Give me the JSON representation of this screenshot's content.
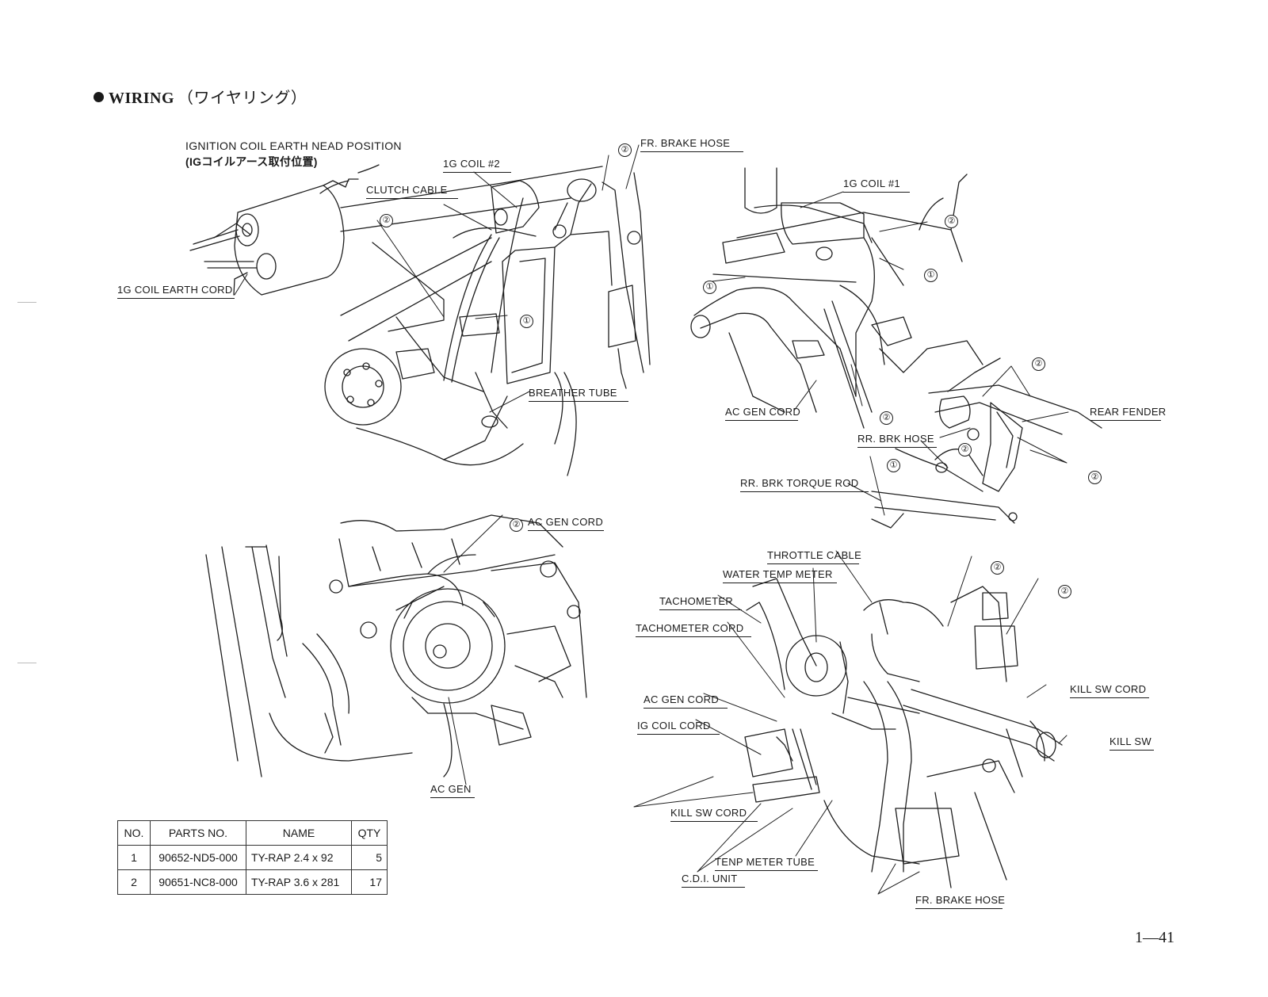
{
  "header": {
    "title": "WIRING",
    "title_ja": "（ワイヤリング）"
  },
  "labels": {
    "ig_earth_position": "IGNITION COIL EARTH NEAD POSITION",
    "ig_earth_position_ja": "(IGコイルアース取付位置)",
    "ig_coil_earth_cord": "1G COIL EARTH CORD",
    "clutch_cable": "CLUTCH CABLE",
    "ig_coil_2": "1G COIL #2",
    "fr_brake_hose_top": "FR. BRAKE HOSE",
    "breather_tube": "BREATHER TUBE",
    "ig_coil_1": "1G COIL #1",
    "ac_gen_cord_right": "AC GEN CORD",
    "rear_fender": "REAR FENDER",
    "rr_brk_hose": "RR. BRK HOSE",
    "rr_brk_torque_rod": "RR. BRK TORQUE ROD",
    "ac_gen_cord_lower": "AC GEN CORD",
    "ac_gen": "AC GEN",
    "throttle_cable": "THROTTLE CABLE",
    "water_temp_meter": "WATER TEMP METER",
    "tachometer": "TACHOMETER",
    "tachometer_cord": "TACHOMETER CORD",
    "ac_gen_cord_front": "AC GEN CORD",
    "ig_coil_cord": "IG COIL CORD",
    "kill_sw_cord_left": "KILL SW CORD",
    "tenp_meter_tube": "TENP METER TUBE",
    "cdi_unit": "C.D.I. UNIT",
    "fr_brake_hose_bottom": "FR. BRAKE HOSE",
    "kill_sw_cord_right": "KILL SW CORD",
    "kill_sw": "KILL SW"
  },
  "callouts": {
    "one": "①",
    "two": "②"
  },
  "parts_table": {
    "headers": [
      "NO.",
      "PARTS NO.",
      "NAME",
      "QTY"
    ],
    "rows": [
      {
        "no": "1",
        "parts_no": "90652-ND5-000",
        "name": "TY-RAP 2.4 x 92",
        "qty": "5"
      },
      {
        "no": "2",
        "parts_no": "90651-NC8-000",
        "name": "TY-RAP 3.6 x 281",
        "qty": "17"
      }
    ]
  },
  "footer": {
    "page_number": "1—41"
  }
}
